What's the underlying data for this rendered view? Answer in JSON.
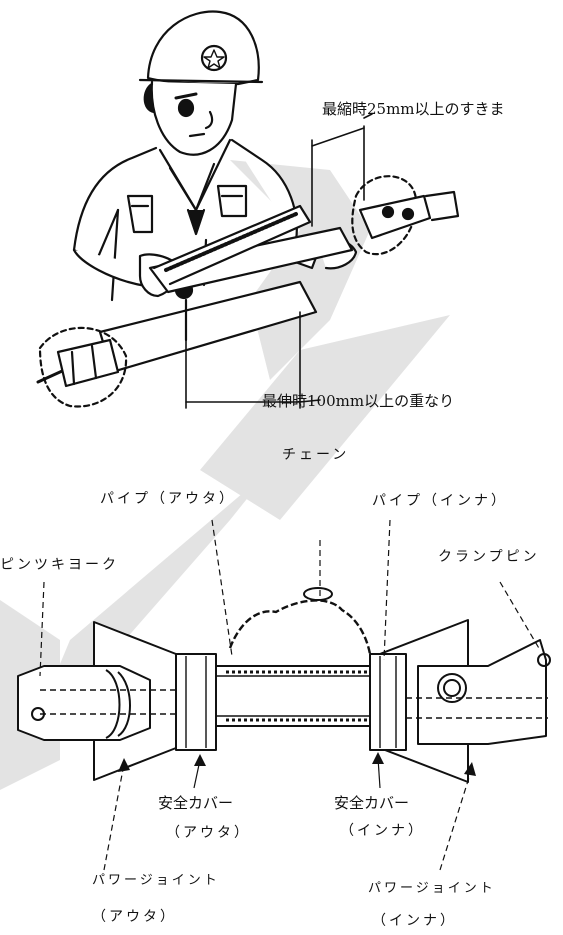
{
  "annotations": {
    "min_clearance": "最縮時25mm以上のすきま",
    "max_overlap": "最伸時100mm以上の重なり"
  },
  "parts": {
    "chain": "チェーン",
    "pipe_outer": "パイプ（アウタ）",
    "pipe_inner": "パイプ（インナ）",
    "pin_yoke": "ピンツキヨーク",
    "clamp_pin": "クランプピン",
    "safety_cover_outer_1": "安全カバー",
    "safety_cover_outer_2": "（アウタ）",
    "safety_cover_inner_1": "安全カバー",
    "safety_cover_inner_2": "（インナ）",
    "power_joint_outer_1": "パワージョイント",
    "power_joint_outer_2": "（アウタ）",
    "power_joint_inner_1": "パワージョイント",
    "power_joint_inner_2": "（インナ）"
  },
  "colors": {
    "line": "#111111",
    "watermark": "#e3e3e3"
  }
}
